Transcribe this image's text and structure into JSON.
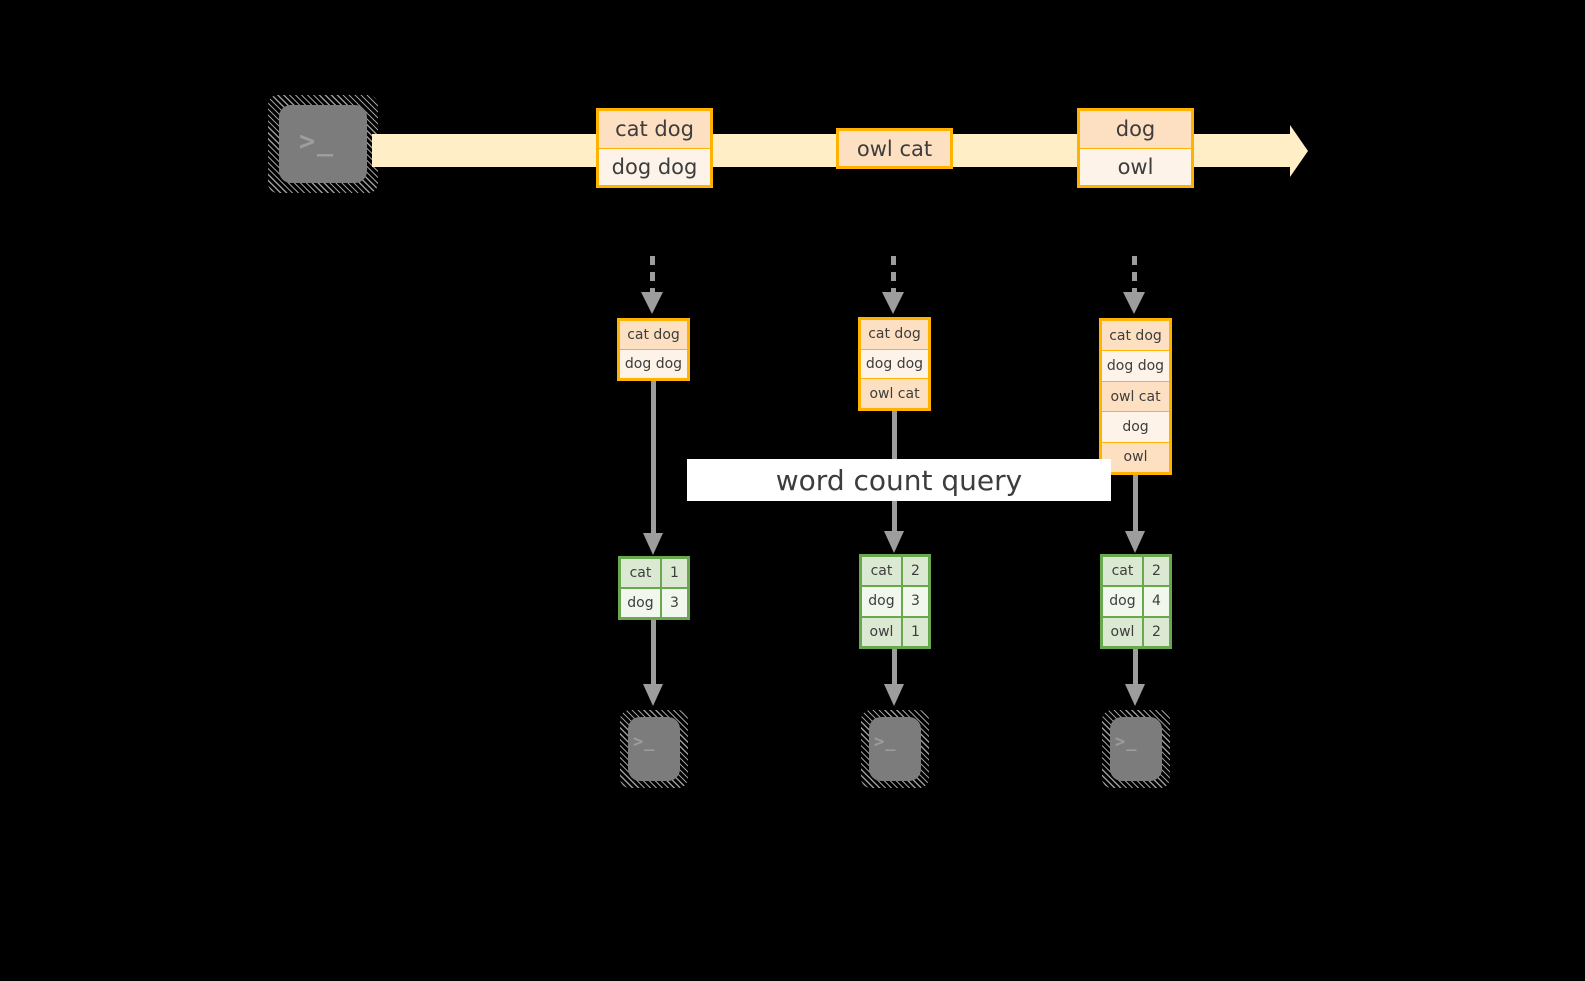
{
  "diagram": {
    "title_label": "word count query",
    "colors": {
      "background": "#000000",
      "stream_fill": "#ffeec6",
      "record_border": "#ffb300",
      "record_fill": "#fdf3e9",
      "record_fill_shaded": "#fde0c2",
      "table_border": "#6aa84f",
      "table_fill": "#f2f7ee",
      "table_fill_shaded": "#dce9d2",
      "connector": "#9d9d9d",
      "terminal_face": "#7c7c7c",
      "label_background": "#ffffff"
    }
  },
  "source_terminal": {
    "icon": "terminal-prompt-icon",
    "glyph": ">_"
  },
  "stream": {
    "icon": "right-arrow-icon",
    "batches": [
      {
        "id": "batch-1",
        "rows": [
          {
            "text": "cat dog",
            "shaded": true
          },
          {
            "text": "dog dog",
            "shaded": false
          }
        ]
      },
      {
        "id": "batch-2",
        "rows": [
          {
            "text": "owl cat",
            "shaded": true
          }
        ]
      },
      {
        "id": "batch-3",
        "rows": [
          {
            "text": "dog",
            "shaded": true
          },
          {
            "text": "owl",
            "shaded": false
          }
        ]
      }
    ]
  },
  "stages": [
    {
      "id": "stage-1",
      "accumulated": {
        "rows": [
          {
            "text": "cat dog",
            "shaded": true
          },
          {
            "text": "dog dog",
            "shaded": false
          }
        ]
      },
      "counts": {
        "rows": [
          {
            "word": "cat",
            "count": "1",
            "shaded": true
          },
          {
            "word": "dog",
            "count": "3",
            "shaded": false
          }
        ]
      },
      "sink": {
        "icon": "terminal-prompt-icon",
        "glyph": ">_"
      }
    },
    {
      "id": "stage-2",
      "accumulated": {
        "rows": [
          {
            "text": "cat dog",
            "shaded": true
          },
          {
            "text": "dog dog",
            "shaded": false
          },
          {
            "text": "owl cat",
            "shaded": true
          }
        ]
      },
      "counts": {
        "rows": [
          {
            "word": "cat",
            "count": "2",
            "shaded": true
          },
          {
            "word": "dog",
            "count": "3",
            "shaded": false
          },
          {
            "word": "owl",
            "count": "1",
            "shaded": true
          }
        ]
      },
      "sink": {
        "icon": "terminal-prompt-icon",
        "glyph": ">_"
      }
    },
    {
      "id": "stage-3",
      "accumulated": {
        "rows": [
          {
            "text": "cat dog",
            "shaded": true
          },
          {
            "text": "dog dog",
            "shaded": false
          },
          {
            "text": "owl cat",
            "shaded": true
          },
          {
            "text": "dog",
            "shaded": false
          },
          {
            "text": "owl",
            "shaded": true
          }
        ]
      },
      "counts": {
        "rows": [
          {
            "word": "cat",
            "count": "2",
            "shaded": true
          },
          {
            "word": "dog",
            "count": "4",
            "shaded": false
          },
          {
            "word": "owl",
            "count": "2",
            "shaded": true
          }
        ]
      },
      "sink": {
        "icon": "terminal-prompt-icon",
        "glyph": ">_"
      }
    }
  ]
}
